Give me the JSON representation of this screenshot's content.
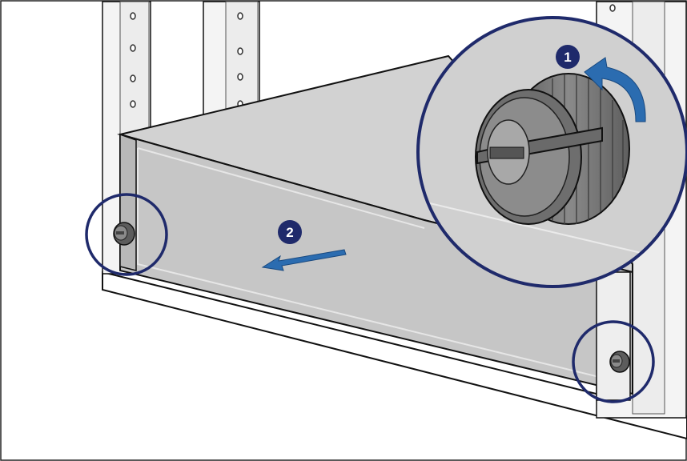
{
  "diagram": {
    "steps": [
      {
        "number": "1",
        "action": "loosen-thumbscrew"
      },
      {
        "number": "2",
        "action": "pull-panel-out"
      }
    ],
    "colors": {
      "callout": "#1f2a6b",
      "arrow": "#2b6cb0",
      "panel": "#c8c8c8",
      "panel_top": "#d4d4d4",
      "rack": "#f0f0f0",
      "outline": "#111111",
      "knob": "#6f6f6f",
      "knob_dark": "#4a4a4a"
    },
    "icons": {
      "step1": "rotate-counterclockwise-arrow-icon",
      "step2": "pull-out-arrow-icon",
      "screw": "thumbscrew-icon"
    }
  }
}
